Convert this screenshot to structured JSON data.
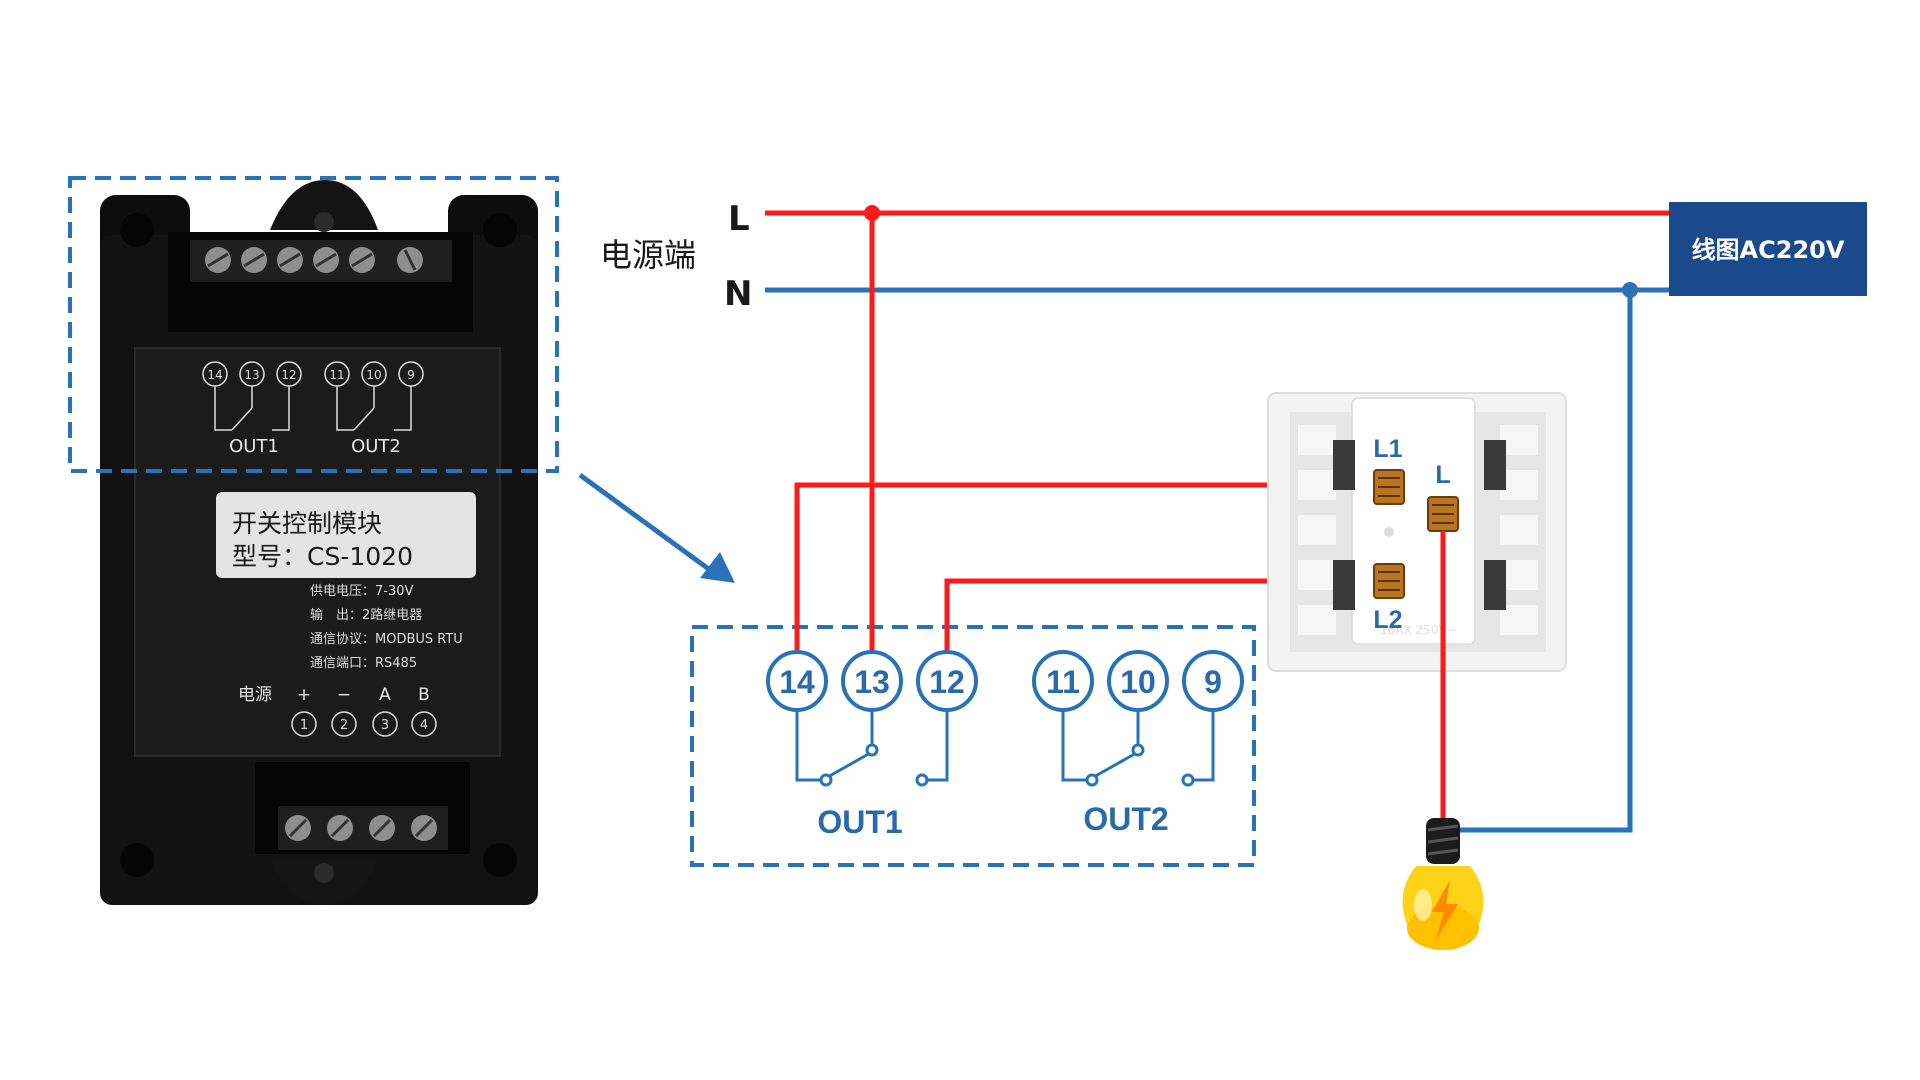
{
  "power": {
    "title": "电源端",
    "live_label": "L",
    "neutral_label": "N",
    "source_label": "线图AC220V"
  },
  "device": {
    "name_line": "开关控制模块",
    "model_line": "型号：CS-1020",
    "top_terminals": [
      "14",
      "13",
      "12",
      "11",
      "10",
      "9"
    ],
    "out_labels": [
      "OUT1",
      "OUT2"
    ],
    "specs": [
      "供电电压：7-30V",
      "输　出：2路继电器",
      "通信协议：MODBUS RTU",
      "通信端口：RS485"
    ],
    "power_label": "电源",
    "bottom_signs": [
      "+",
      "−",
      "A",
      "B"
    ],
    "bottom_terminals": [
      "1",
      "2",
      "3",
      "4"
    ]
  },
  "diagram": {
    "terminals": [
      "14",
      "13",
      "12",
      "11",
      "10",
      "9"
    ],
    "out_labels": [
      "OUT1",
      "OUT2"
    ]
  },
  "switch": {
    "l1": "L1",
    "l": "L",
    "l2": "L2",
    "rating": "16AX 250V~"
  },
  "colors": {
    "live": "#ff1a1a",
    "neutral": "#2a72b8",
    "frame": "#2a72b8",
    "source_box": "#1a4a8a"
  }
}
